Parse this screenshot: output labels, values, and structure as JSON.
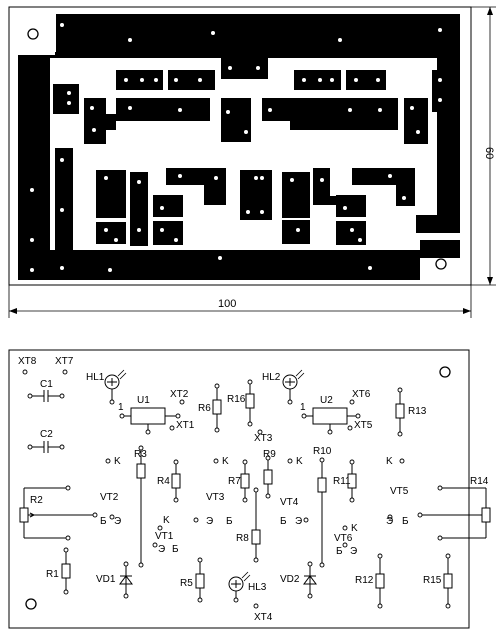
{
  "dimensions": {
    "width_label": "100",
    "height_label": "60"
  },
  "components": {
    "XT8": "XT8",
    "XT7": "XT7",
    "C1": "C1",
    "C2": "C2",
    "HL1": "HL1",
    "U1": "U1",
    "XT2": "XT2",
    "XT1": "XT1",
    "R6": "R6",
    "R16": "R16",
    "XT3": "XT3",
    "HL2": "HL2",
    "U2": "U2",
    "XT6": "XT6",
    "XT5": "XT5",
    "R13": "R13",
    "R3": "R3",
    "R4": "R4",
    "R7": "R7",
    "R9": "R9",
    "R10": "R10",
    "R11": "R11",
    "R2": "R2",
    "VT2": "VT2",
    "VT3": "VT3",
    "VT4": "VT4",
    "VT5": "VT5",
    "R14": "R14",
    "VT1": "VT1",
    "R8": "R8",
    "VT6": "VT6",
    "R1": "R1",
    "VD1": "VD1",
    "R5": "R5",
    "HL3": "HL3",
    "VD2": "VD2",
    "R12": "R12",
    "R15": "R15",
    "XT4": "XT4"
  },
  "pins": {
    "pin1": "1",
    "k": "K",
    "b": "Б",
    "e": "Э"
  }
}
